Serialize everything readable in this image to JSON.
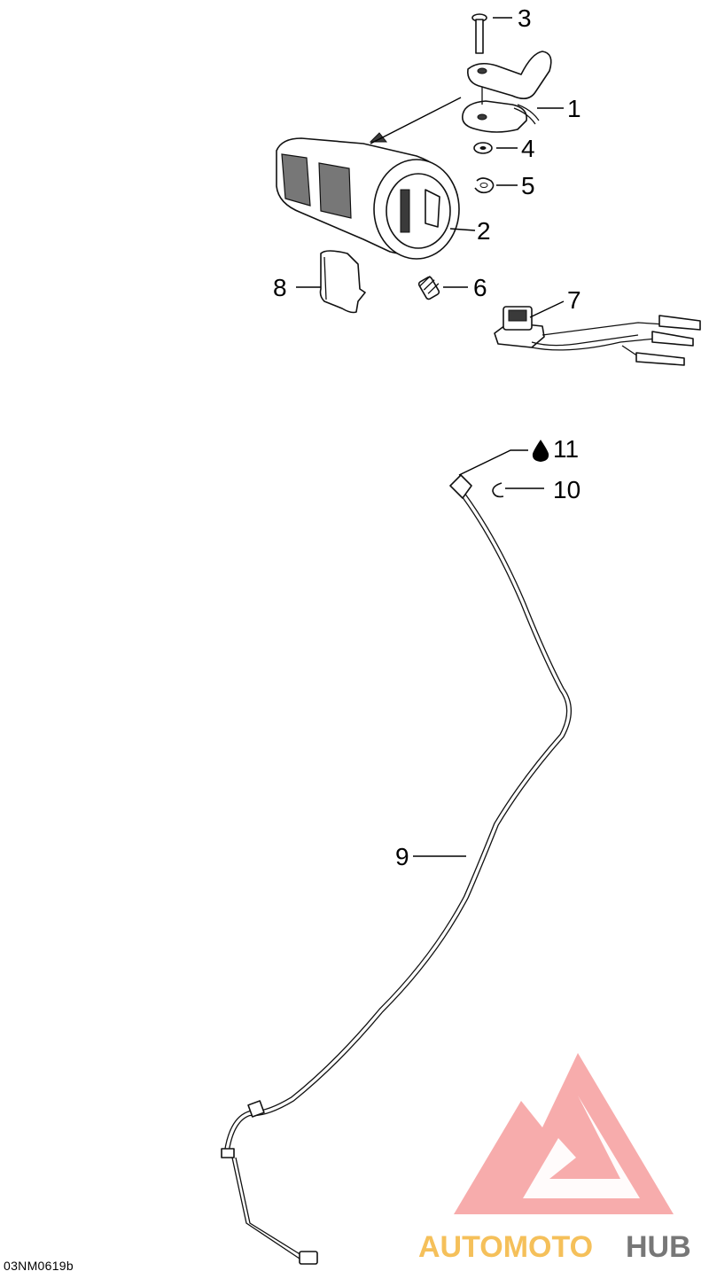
{
  "callouts": {
    "c1": "1",
    "c2": "2",
    "c3": "3",
    "c4": "4",
    "c5": "5",
    "c6": "6",
    "c7": "7",
    "c8": "8",
    "c9": "9",
    "c10": "10",
    "c11": "11"
  },
  "drawing_code": "03NM0619b",
  "watermark": {
    "text_part1": "AUTOMOTO",
    "text_part2": "HUB",
    "color_primary": "#f08080",
    "color_accent": "#f5c05a",
    "color_dark": "#777777"
  },
  "icons": {
    "lubricant": "oil-drop-icon"
  }
}
